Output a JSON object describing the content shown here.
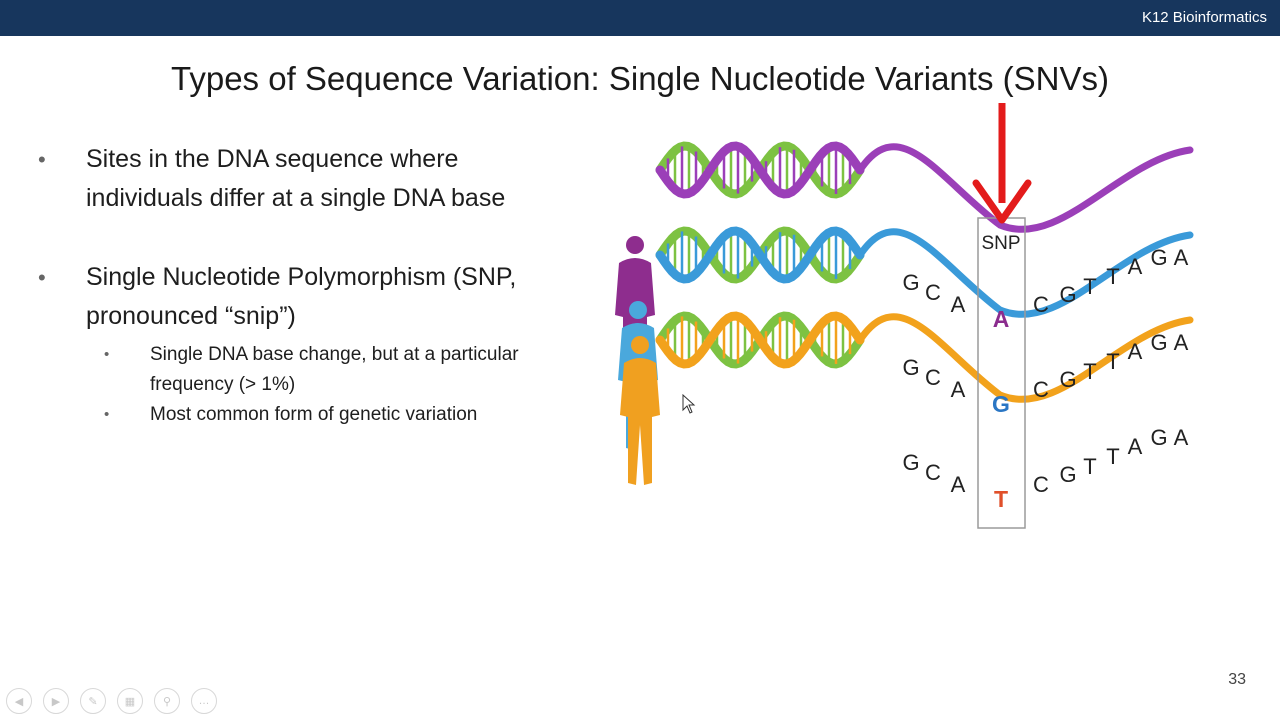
{
  "header": {
    "brand": "K12 Bioinformatics"
  },
  "slide": {
    "title": "Types of Sequence Variation: Single Nucleotide Variants (SNVs)",
    "bullets": [
      {
        "text": "Sites in the DNA sequence where individuals differ at a single DNA base"
      },
      {
        "text": "Single Nucleotide Polymorphism (SNP, pronounced “snip”)",
        "sub": [
          "Single DNA base change, but at a particular frequency (> 1%)",
          "Most common form of genetic variation"
        ]
      }
    ],
    "page_number": "33"
  },
  "figure": {
    "snp_label": "SNP",
    "left_bases": [
      "G",
      "C",
      "A"
    ],
    "right_bases": [
      "C",
      "G",
      "T",
      "T",
      "A",
      "G",
      "A"
    ],
    "rows": [
      {
        "snp_base": "A",
        "color": "#8b2c8e",
        "strand_colors": [
          "#9b3fb8",
          "#7dc242"
        ]
      },
      {
        "snp_base": "G",
        "color": "#2a76c4",
        "strand_colors": [
          "#3a9ad9",
          "#7dc242"
        ]
      },
      {
        "snp_base": "T",
        "color": "#e0502a",
        "strand_colors": [
          "#f2a21c",
          "#7dc242"
        ]
      }
    ],
    "person_colors": [
      "#8e2d8e",
      "#4aa8dc",
      "#f0a020"
    ],
    "arrow_color": "#e31b1b"
  },
  "nav": {
    "icons": [
      "previous-slide-icon",
      "next-slide-icon",
      "pen-icon",
      "slides-grid-icon",
      "zoom-icon",
      "more-options-icon"
    ]
  }
}
